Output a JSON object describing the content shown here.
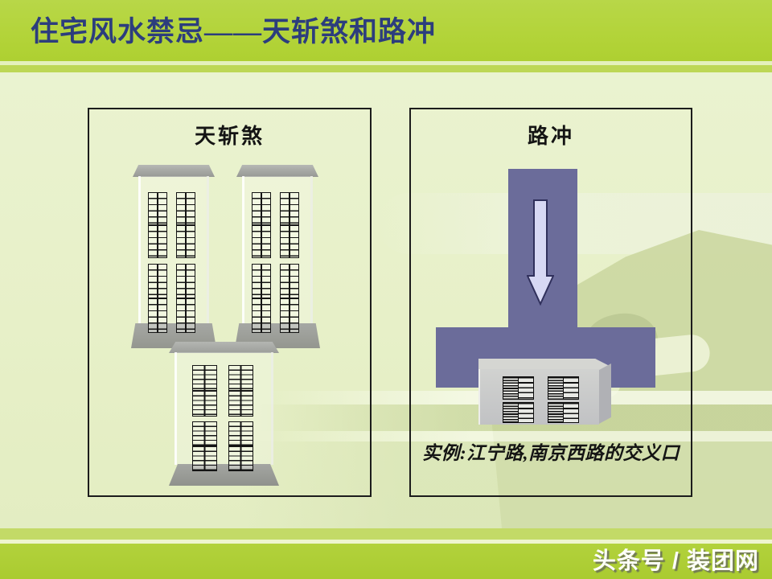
{
  "slide": {
    "title": "住宅风水禁忌——天斩煞和路冲",
    "watermark": "头条号 / 装团网"
  },
  "panels": {
    "tianzhansha": {
      "label": "天斩煞"
    },
    "luchong": {
      "label": "路冲",
      "caption": "实例:江宁路,南京西路的交义口"
    }
  },
  "icons": {
    "road_arrow": "down-arrow-icon"
  },
  "colors": {
    "header_band": "#b3d43a",
    "title_text": "#2c3d7d",
    "content_bg": "#e8f1cb",
    "panel_border": "#1c1c1c",
    "road_purple": "#6b6c9a",
    "arrow_fill": "#d7d8f4",
    "arrow_stroke": "#30305c",
    "building_gray": "#c9cacb",
    "roof_gray": "#a3a5a1",
    "mountain_olive": "#ccd8a2",
    "watermark_text": "#fdfef8"
  }
}
